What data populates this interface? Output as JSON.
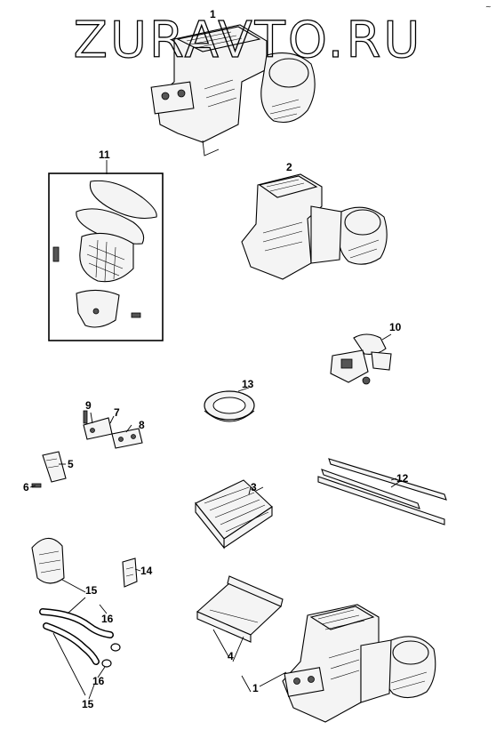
{
  "watermark": "ZURAVTO.RU",
  "corner_mark": "~",
  "callouts": {
    "c1_top": "1",
    "c2": "2",
    "c11": "11",
    "c10": "10",
    "c13": "13",
    "c9": "9",
    "c7": "7",
    "c8": "8",
    "c5": "5",
    "c6": "6",
    "c3": "3",
    "c12": "12",
    "c14": "14",
    "c15_a": "15",
    "c16_a": "16",
    "c4": "4",
    "c1_bottom": "1",
    "c16_b": "16",
    "c15_b": "15"
  }
}
